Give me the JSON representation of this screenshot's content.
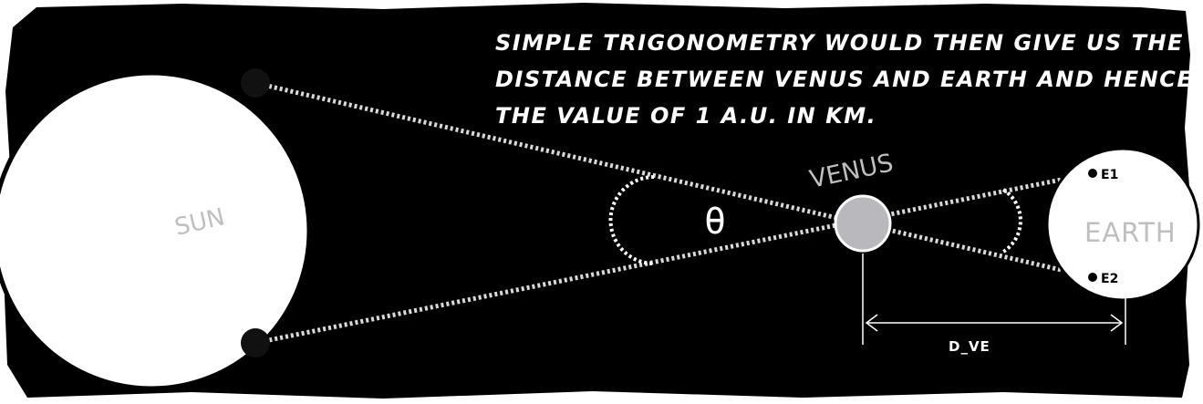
{
  "caption": {
    "lines": [
      "SIMPLE TRIGONOMETRY WOULD THEN GIVE US THE",
      "DISTANCE BETWEEN VENUS AND EARTH AND HENCE",
      "THE VALUE OF 1 A.U. IN KM."
    ]
  },
  "labels": {
    "sun": "SUN",
    "venus": "VENUS",
    "earth": "EARTH",
    "e1": "E1",
    "e2": "E2",
    "angle": "θ",
    "distance": "D_VE"
  },
  "colors": {
    "background": "#000000",
    "sun": "#ffffff",
    "earth": "#ffffff",
    "venus": "#b9b9bd",
    "sightline": "#d9d9d9",
    "label_grey": "#bfbfbf"
  }
}
